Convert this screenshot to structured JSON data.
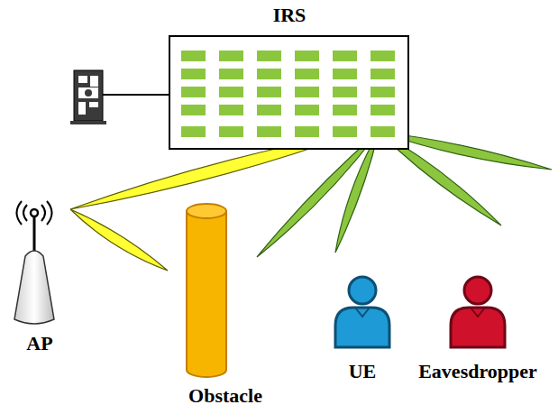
{
  "diagram": {
    "nodes": [
      {
        "text": [
          "IRS"
        ]
      },
      {
        "text": [
          "AP"
        ]
      },
      {
        "text": [
          "Obstacle"
        ]
      },
      {
        "text": [
          "UE"
        ]
      },
      {
        "text": [
          "Eavesdropper"
        ]
      }
    ],
    "edges": [
      {
        "from": 1,
        "to": 0,
        "arrow": "none"
      }
    ]
  }
}
